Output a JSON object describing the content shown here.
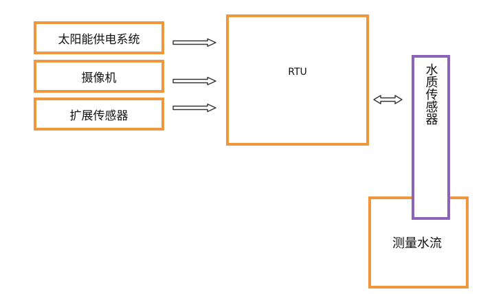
{
  "nodes": {
    "solar": "太阳能供电系统",
    "camera": "摄像机",
    "sensor_ext": "扩展传感器",
    "rtu": "RTU",
    "water_sensor": "水质传感器",
    "flow": "测量水流"
  },
  "colors": {
    "box_border": "#F0963C",
    "sensor_border": "#8B63B8",
    "arrow_stroke": "#333333"
  }
}
